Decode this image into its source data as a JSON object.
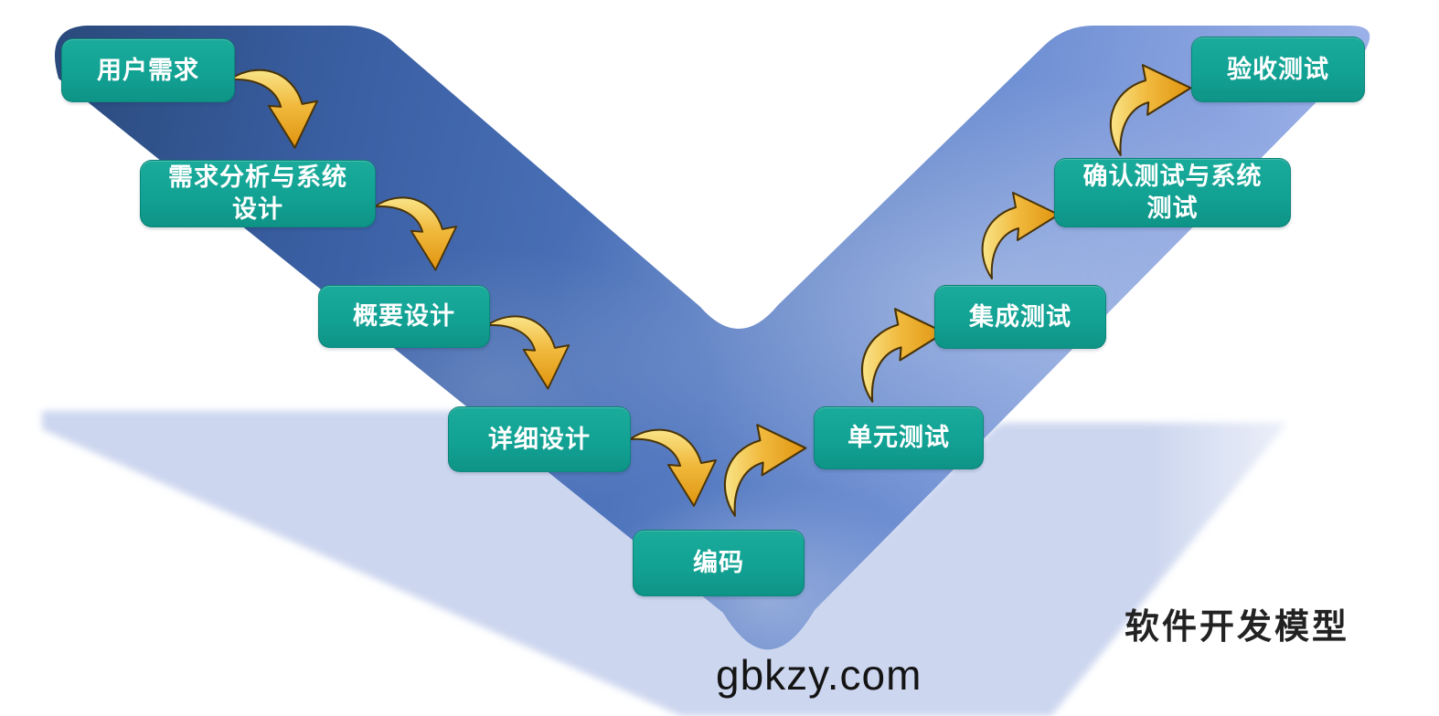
{
  "diagram": {
    "type": "v-model-software-development",
    "title": "软件开发模型",
    "watermark": "gbkzy.com",
    "nodes": [
      {
        "id": "user-requirements",
        "label": "用户需求",
        "side": "left"
      },
      {
        "id": "requirements-analysis-system-design",
        "label": "需求分析与系统设计",
        "side": "left"
      },
      {
        "id": "preliminary-design",
        "label": "概要设计",
        "side": "left"
      },
      {
        "id": "detailed-design",
        "label": "详细设计",
        "side": "left"
      },
      {
        "id": "coding",
        "label": "编码",
        "side": "bottom"
      },
      {
        "id": "unit-testing",
        "label": "单元测试",
        "side": "right"
      },
      {
        "id": "integration-testing",
        "label": "集成测试",
        "side": "right"
      },
      {
        "id": "confirmation-and-system-testing",
        "label": "确认测试与系统测试",
        "side": "right"
      },
      {
        "id": "acceptance-testing",
        "label": "验收测试",
        "side": "right"
      }
    ],
    "arrow_count": 8,
    "colors": {
      "node_fill": "#12A294",
      "node_text": "#FFFFFF",
      "v_gradient": [
        "#2A4A7C",
        "#3A5FA3",
        "#4C72BA",
        "#6E8FD3",
        "#9FB3E8"
      ],
      "v_shadow": "#CCD6EF",
      "arrow_gradient": [
        "#F9E488",
        "#F1BA3E",
        "#E0940F"
      ],
      "arrow_outline": "#4A3407",
      "title_text": "#222222",
      "watermark_text": "#141414"
    }
  }
}
